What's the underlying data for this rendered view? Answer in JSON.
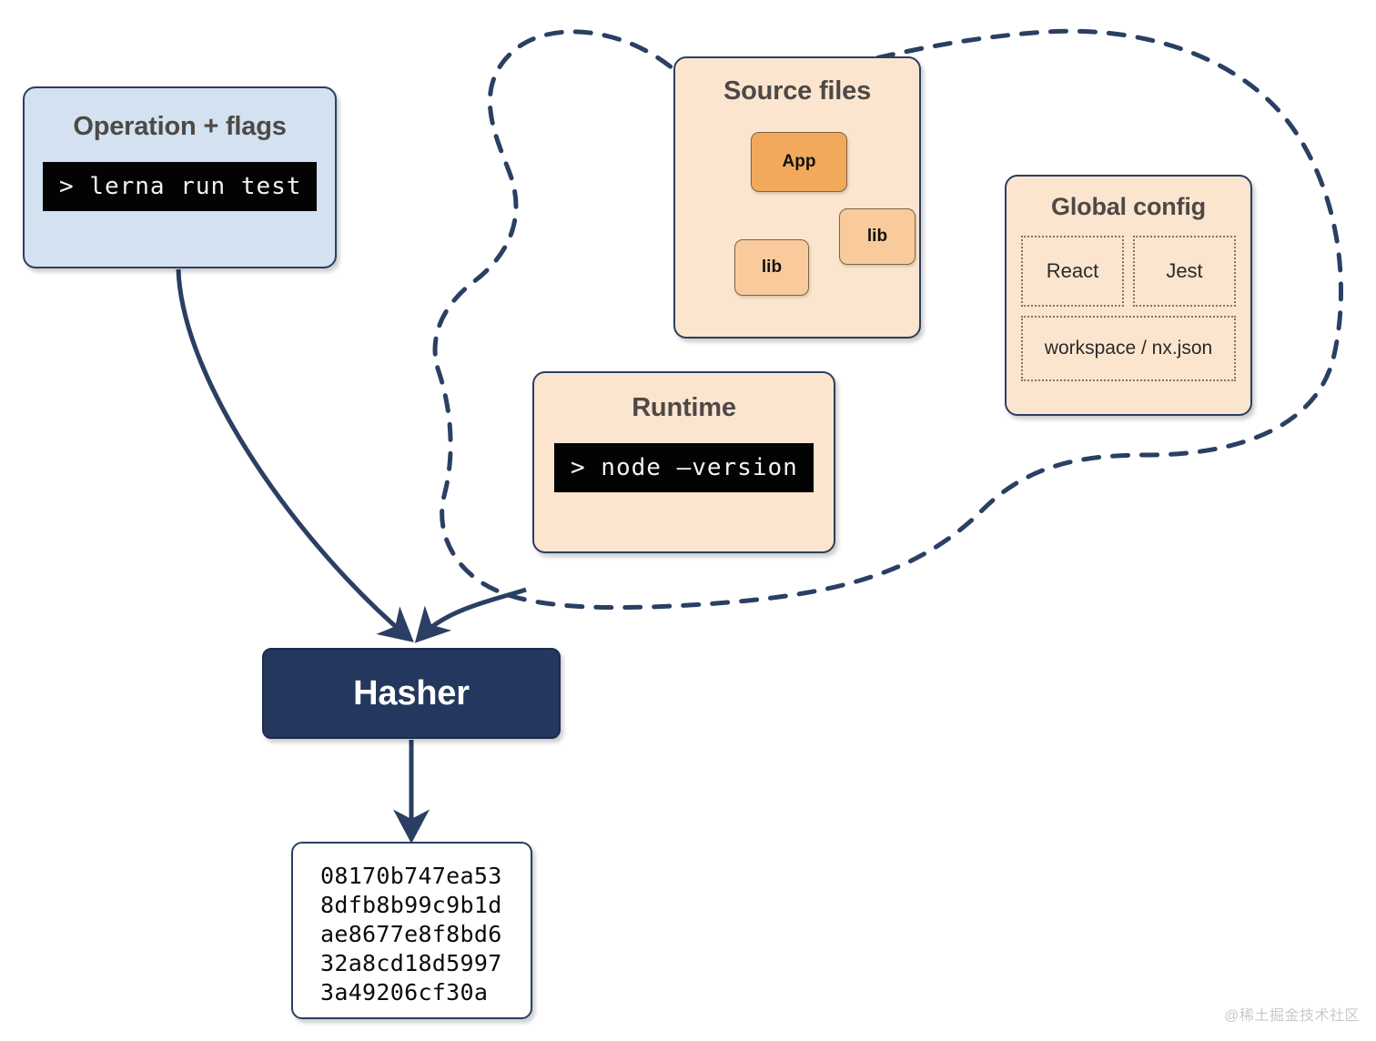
{
  "diagram": {
    "title": "Hasher inputs diagram",
    "colors": {
      "navy": "#2A3F63",
      "hasher_fill": "#24375E",
      "operation_fill": "#D3E1F1",
      "peach_fill": "#FBE5CF",
      "app_orange": "#F2A95C",
      "lib_orange": "#F9CB9C",
      "terminal_bg": "#030303",
      "terminal_fg": "#F2F2F2",
      "dotted_border": "#8A7355"
    }
  },
  "operation": {
    "title": "Operation + flags",
    "terminal": "> lerna run test"
  },
  "source_files": {
    "title": "Source files",
    "nodes": [
      {
        "label": "App"
      },
      {
        "label": "lib"
      },
      {
        "label": "lib"
      }
    ]
  },
  "global_config": {
    "title": "Global config",
    "cells": [
      {
        "label": "React"
      },
      {
        "label": "Jest"
      },
      {
        "label": "workspace / nx.json"
      }
    ]
  },
  "runtime": {
    "title": "Runtime",
    "terminal": "> node –version"
  },
  "hasher": {
    "title": "Hasher"
  },
  "hash_output": {
    "lines": [
      "08170b747ea53",
      "8dfb8b99c9b1d",
      "ae8677e8f8bd6",
      "32a8cd18d5997",
      "3a49206cf30a"
    ]
  },
  "watermark": {
    "text": "@稀土掘金技术社区"
  }
}
